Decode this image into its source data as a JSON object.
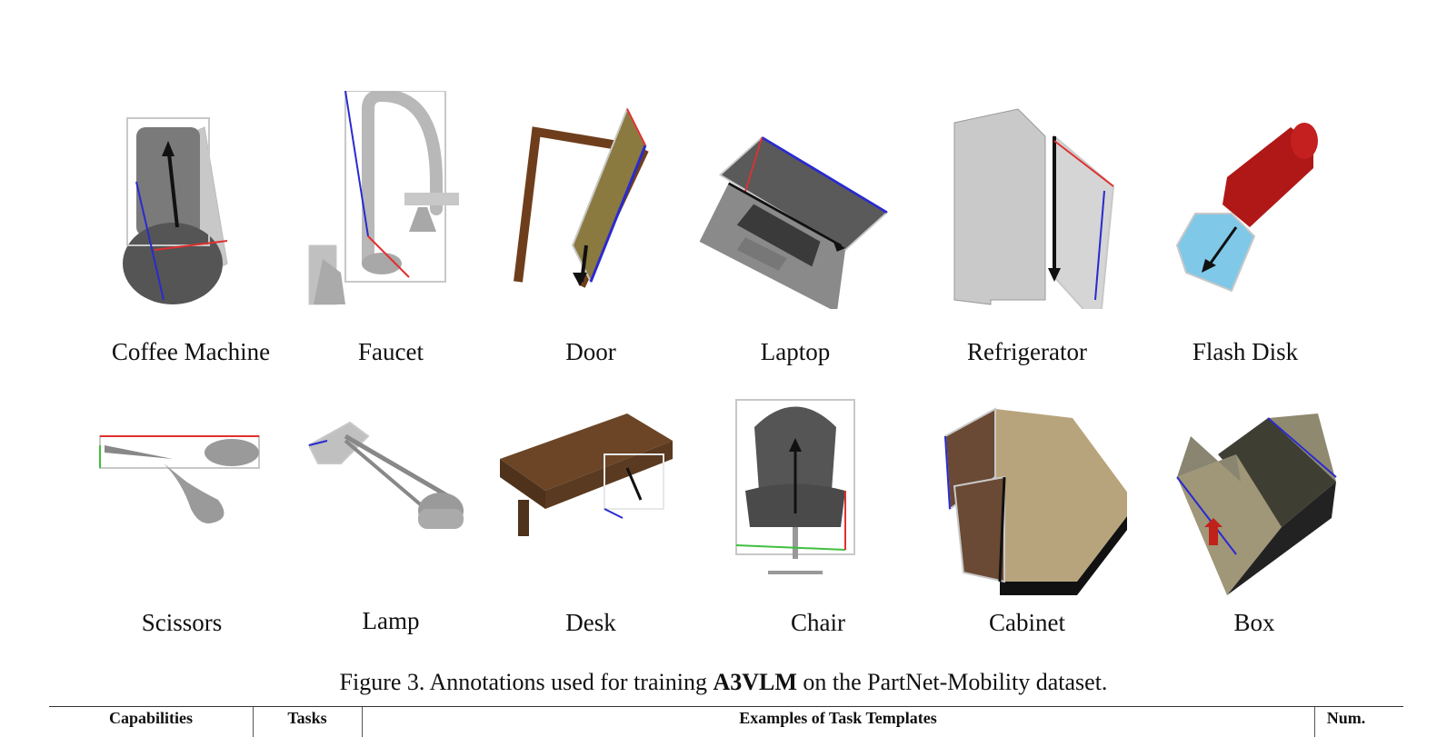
{
  "objects_row1": [
    "Coffee Machine",
    "Faucet",
    "Door",
    "Laptop",
    "Refrigerator",
    "Flash Disk"
  ],
  "objects_row2": [
    "Scissors",
    "Lamp",
    "Desk",
    "Chair",
    "Cabinet",
    "Box"
  ],
  "caption": {
    "prefix": "Figure 3. Annotations used for training ",
    "model": "A3VLM",
    "suffix": " on the PartNet-Mobility dataset."
  },
  "table": {
    "headers": [
      "Capabilities",
      "Tasks",
      "Examples of Task Templates",
      "Num."
    ]
  },
  "colors": {
    "bbox_x": "#e03030",
    "bbox_y": "#2a2ad0",
    "bbox_z": "#40c040",
    "bbox_frame": "#c8c8c8",
    "axis_arrow": "#111111"
  }
}
